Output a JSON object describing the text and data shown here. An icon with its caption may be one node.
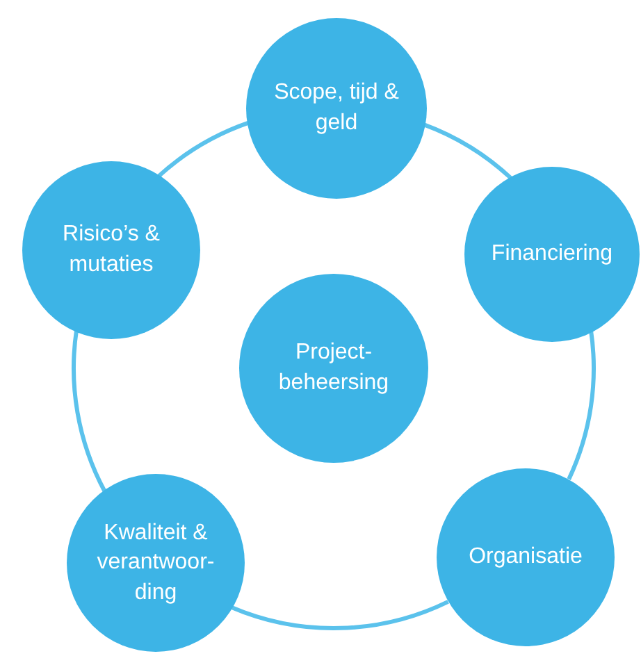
{
  "diagram": {
    "nodes": [
      {
        "text": [
          "Scope, tijd & geld"
        ]
      },
      {
        "text": [
          "Risico’s & mutaties"
        ]
      },
      {
        "text": [
          "Financiering"
        ]
      },
      {
        "text": [
          "Project-beheersing"
        ]
      },
      {
        "text": [
          "Kwaliteit & verantwoor-ding"
        ]
      },
      {
        "text": [
          "Organisatie"
        ]
      }
    ],
    "edges": [
      {
        "from": 0,
        "to": 2,
        "arrow": "none"
      },
      {
        "from": 2,
        "to": 5,
        "arrow": "none"
      },
      {
        "from": 5,
        "to": 4,
        "arrow": "none"
      },
      {
        "from": 4,
        "to": 1,
        "arrow": "none"
      },
      {
        "from": 1,
        "to": 0,
        "arrow": "none"
      }
    ]
  }
}
